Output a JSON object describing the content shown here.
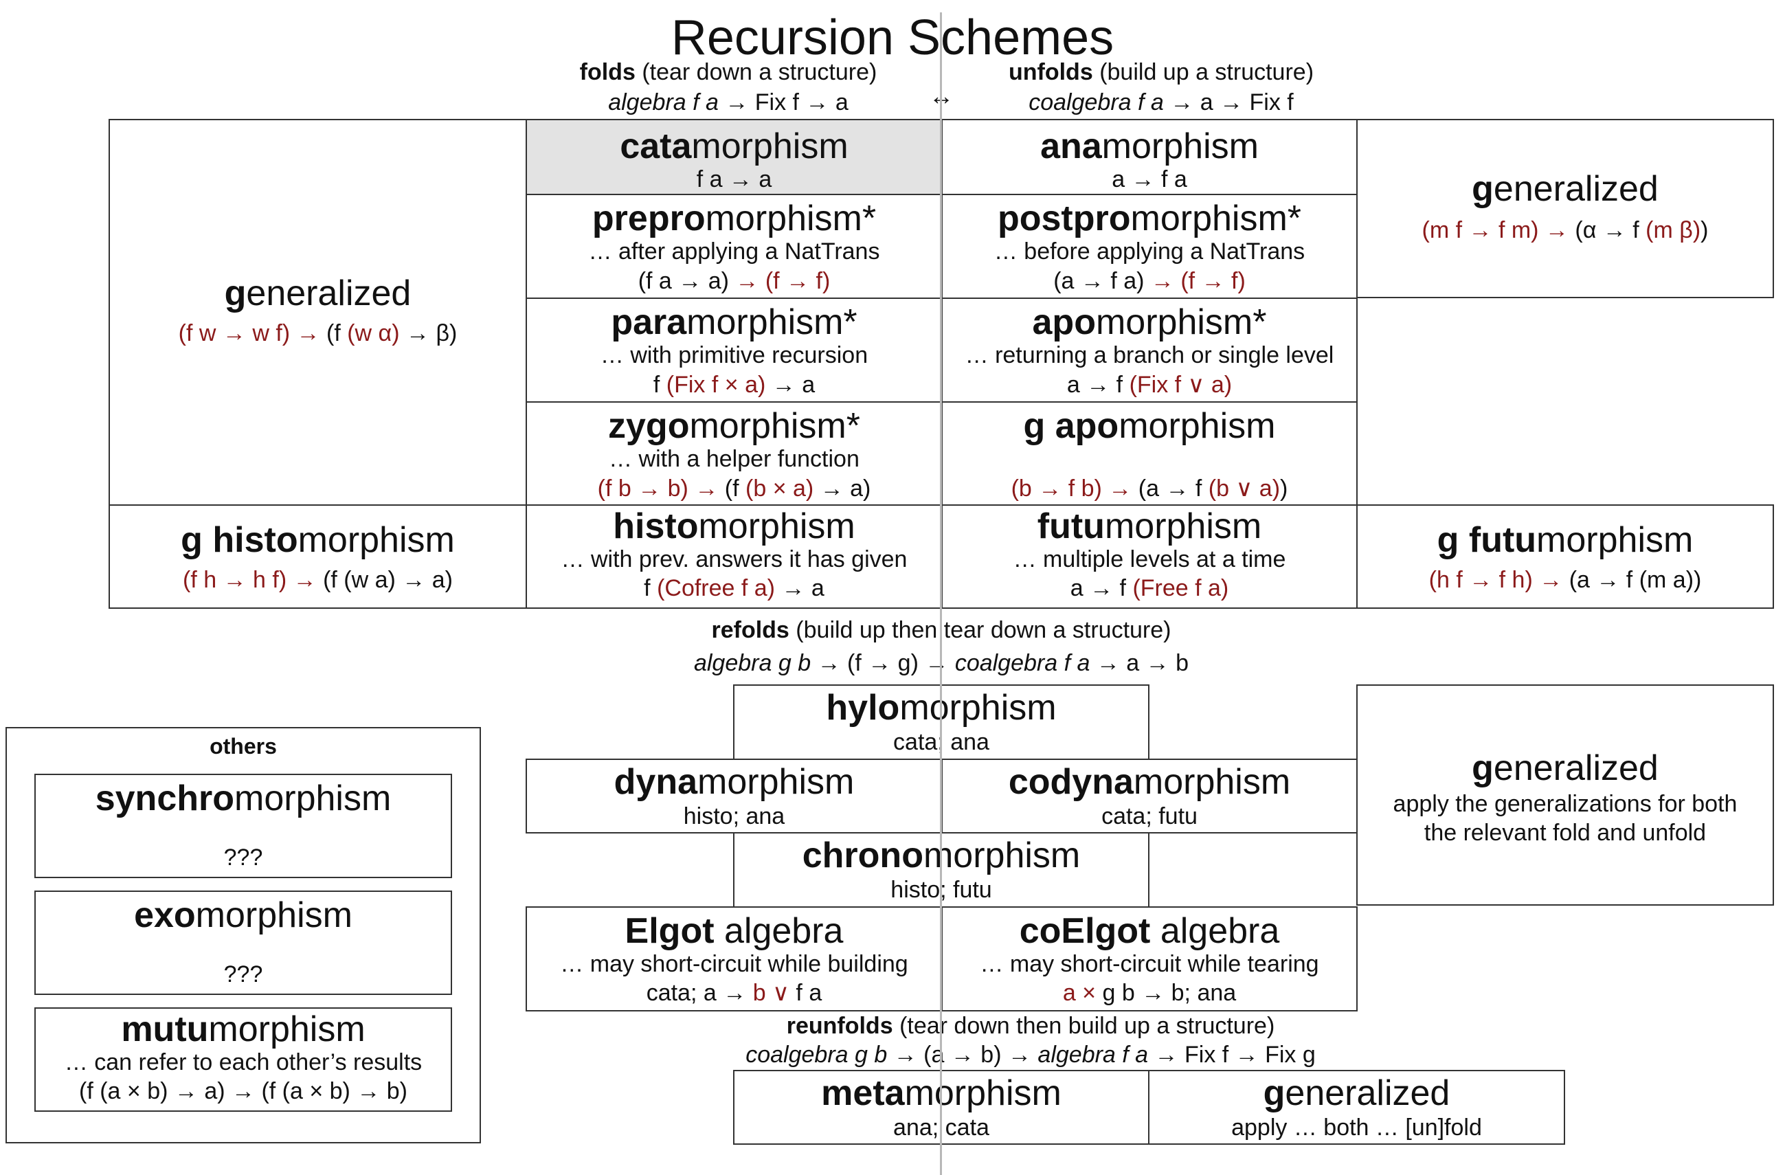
{
  "title": "Recursion Schemes",
  "folds": {
    "label": "folds",
    "desc": "(tear down a structure)",
    "sig_alg": "algebra f a",
    "sig_rest": "→ Fix f → a"
  },
  "unfolds": {
    "label": "unfolds",
    "desc": "(build up a structure)",
    "sig_alg": "coalgebra f a",
    "sig_rest": "→ a → Fix f"
  },
  "duality_symbol": "↔",
  "gen_left": {
    "bold": "g",
    "rest": "eneralized",
    "sig_red": "(f w → w f) →",
    "sig_a": "(f",
    "sig_b": "(w α)",
    "sig_c": "→ β)"
  },
  "gen_right": {
    "bold": "g",
    "rest": "eneralized",
    "sig_red1": "(m f → f m) →",
    "sig_a": "(α → f",
    "sig_red2": "(m β)",
    "sig_c": ")"
  },
  "cata": {
    "bold": "cata",
    "rest": "morphism",
    "sig": "f a → a"
  },
  "ana": {
    "bold": "ana",
    "rest": "morphism",
    "sig": "a → f a"
  },
  "prepro": {
    "bold": "prepro",
    "rest": "morphism*",
    "desc": "… after applying a NatTrans",
    "sig_a": "(f a → a)",
    "sig_red": "→ (f → f)"
  },
  "postpro": {
    "bold": "postpro",
    "rest": "morphism*",
    "desc": "… before applying a NatTrans",
    "sig_a": "(a → f a)",
    "sig_red": "→ (f → f)"
  },
  "para": {
    "bold": "para",
    "rest": "morphism*",
    "desc": "… with primitive recursion",
    "sig_a": "f",
    "sig_red": "(Fix f × a)",
    "sig_c": "→ a"
  },
  "apo": {
    "bold": "apo",
    "rest": "morphism*",
    "desc": "… returning a branch or single level",
    "sig_a": "a → f",
    "sig_red": "(Fix f ∨ a)"
  },
  "zygo": {
    "bold": "zygo",
    "rest": "morphism*",
    "desc": "… with a helper function",
    "sig_red": "(f b → b) →",
    "sig_a": "(f",
    "sig_red2": "(b × a)",
    "sig_c": "→ a)"
  },
  "gapo": {
    "bold": "g apo",
    "rest": "morphism",
    "sig_red": "(b → f b) →",
    "sig_a": "(a → f",
    "sig_red2": "(b ∨ a)",
    "sig_c": ")"
  },
  "ghisto": {
    "bold": "g histo",
    "rest": "morphism",
    "sig_red": "(f h → h f) →",
    "sig_a": "(f (w a) → a)"
  },
  "histo": {
    "bold": "histo",
    "rest": "morphism",
    "desc": "… with prev. answers it has given",
    "sig_a": "f",
    "sig_red": "(Cofree f a)",
    "sig_c": "→ a"
  },
  "futu": {
    "bold": "futu",
    "rest": "morphism",
    "desc": "… multiple levels at a time",
    "sig_a": "a → f",
    "sig_red": "(Free f a)"
  },
  "gfutu": {
    "bold": "g futu",
    "rest": "morphism",
    "sig_red": "(h f → f h) →",
    "sig_a": "(a → f (m a))"
  },
  "refolds": {
    "label": "refolds",
    "desc": "(build up then tear down a structure)",
    "sig_alg1": "algebra g b",
    "sig_mid": "→ (f → g) →",
    "sig_alg2": "coalgebra f a",
    "sig_rest": "→ a → b"
  },
  "hylo": {
    "bold": "hylo",
    "rest": "morphism",
    "sig": "cata; ana"
  },
  "dyna": {
    "bold": "dyna",
    "rest": "morphism",
    "sig": "histo; ana"
  },
  "codyna": {
    "bold": "codyna",
    "rest": "morphism",
    "sig": "cata; futu"
  },
  "chrono": {
    "bold": "chrono",
    "rest": "morphism",
    "sig": "histo; futu"
  },
  "elgot": {
    "bold": "Elgot",
    "rest": " algebra",
    "desc": "… may short-circuit while building",
    "sig_a": "cata; a →",
    "sig_red": "b ∨",
    "sig_c": "f a"
  },
  "coelgot": {
    "bold": "coElgot",
    "rest": " algebra",
    "desc": "… may short-circuit while tearing",
    "sig_red": "a ×",
    "sig_c": "g b → b; ana"
  },
  "gen_refold": {
    "bold": "g",
    "rest": "eneralized",
    "desc1": "apply the generalizations for both",
    "desc2": "the relevant fold and unfold"
  },
  "reunfolds": {
    "label": "reunfolds",
    "desc": "(tear down then build up a structure)",
    "sig_alg1": "coalgebra g b",
    "sig_mid": "→ (a → b) →",
    "sig_alg2": "algebra f a",
    "sig_rest": "→ Fix f → Fix g"
  },
  "meta": {
    "bold": "meta",
    "rest": "morphism",
    "sig": "ana; cata"
  },
  "gen_meta": {
    "bold": "g",
    "rest": "eneralized",
    "sig": "apply … both … [un]fold"
  },
  "others": {
    "label": "others",
    "synchro": {
      "bold": "synchro",
      "rest": "morphism",
      "sig": "???"
    },
    "exo": {
      "bold": "exo",
      "rest": "morphism",
      "sig": "???"
    },
    "mutu": {
      "bold": "mutu",
      "rest": "morphism",
      "desc": "… can refer to each other’s results",
      "sig": "(f (a × b) → a) → (f (a × b) → b)"
    }
  },
  "colors": {
    "accent_red": "#8b1a1a",
    "highlight": "#e3e3e3",
    "divider": "#b8b8b8"
  }
}
